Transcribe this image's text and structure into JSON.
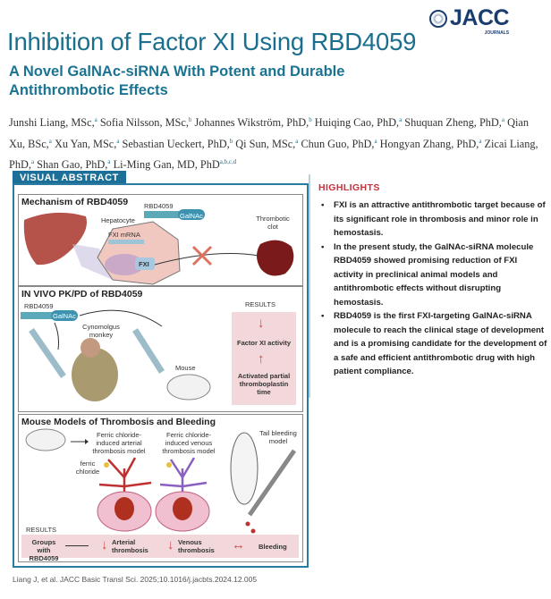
{
  "journal": {
    "logo_text": "JACC",
    "logo_sub": "JOURNALS"
  },
  "article": {
    "title": "Inhibition of Factor XI Using RBD4059",
    "subtitle": "A Novel GalNAc-siRNA With Potent and Durable Antithrombotic Effects",
    "authors": [
      {
        "name": "Junshi Liang, MSc,",
        "sup": "a"
      },
      {
        "name": "Sofia Nilsson, MSc,",
        "sup": "b"
      },
      {
        "name": "Johannes Wikström, PhD,",
        "sup": "b"
      },
      {
        "name": "Huiqing Cao, PhD,",
        "sup": "a"
      },
      {
        "name": "Shuquan Zheng, PhD,",
        "sup": "a"
      },
      {
        "name": "Qian Xu, BSc,",
        "sup": "a"
      },
      {
        "name": "Xu Yan, MSc,",
        "sup": "a"
      },
      {
        "name": "Sebastian Ueckert, PhD,",
        "sup": "b"
      },
      {
        "name": "Qi Sun, MSc,",
        "sup": "a"
      },
      {
        "name": "Chun Guo, PhD,",
        "sup": "a"
      },
      {
        "name": "Hongyan Zhang, PhD,",
        "sup": "a"
      },
      {
        "name": "Zicai Liang, PhD,",
        "sup": "a"
      },
      {
        "name": "Shan Gao, PhD,",
        "sup": "a"
      },
      {
        "name": "Li-Ming Gan, MD, PhD",
        "sup": "a,b,c,d"
      }
    ]
  },
  "visual_abstract": {
    "tab_label": "VISUAL ABSTRACT",
    "panel1": {
      "title": "Mechanism of RBD4059",
      "rbd": "RBD4059",
      "galnac": "GalNAc",
      "hepatocyte": "Hepatocyte",
      "mrna": "FXI mRNA",
      "fxi": "FXI",
      "clot": "Thrombotic clot"
    },
    "panel2": {
      "title": "IN VIVO PK/PD of RBD4059",
      "rbd": "RBD4059",
      "galnac": "GalNAc",
      "monkey": "Cynomolgus monkey",
      "mouse": "Mouse",
      "results_title": "RESULTS",
      "result1": "Factor XI activity",
      "result2": "Activated partial thromboplastin time"
    },
    "panel3": {
      "title": "Mouse Models of Thrombosis and Bleeding",
      "arterial_model": "Ferric chloride-induced arterial thrombosis model",
      "venous_model": "Ferric chloride-induced venous thrombosis model",
      "tail_model": "Tail bleeding model",
      "ferric": "ferric chloride",
      "results_title": "RESULTS",
      "groups": "Groups with RBD4059",
      "r_arterial": "Arterial thrombosis",
      "r_venous": "Venous thrombosis",
      "r_bleeding": "Bleeding"
    },
    "citation": "Liang J, et al. JACC Basic Transl Sci. 2025;10.1016/j.jacbts.2024.12.005"
  },
  "highlights": {
    "title": "HIGHLIGHTS",
    "items": [
      "FXI is an attractive antithrombotic target because of its significant role in thrombosis and minor role in hemostasis.",
      "In the present study, the GalNAc-siRNA molecule RBD4059 showed promising reduction of FXI activity in preclinical animal models and antithrombotic effects without disrupting hemostasis.",
      "RBD4059 is the first FXI-targeting GalNAc-siRNA molecule to reach the clinical stage of development and is a promising candidate for the development of a safe and efficient antithrombotic drug with high patient compliance."
    ]
  },
  "colors": {
    "title_blue": "#1b6f8e",
    "highlight_red": "#c8303a",
    "results_pink": "#f2d8da"
  }
}
